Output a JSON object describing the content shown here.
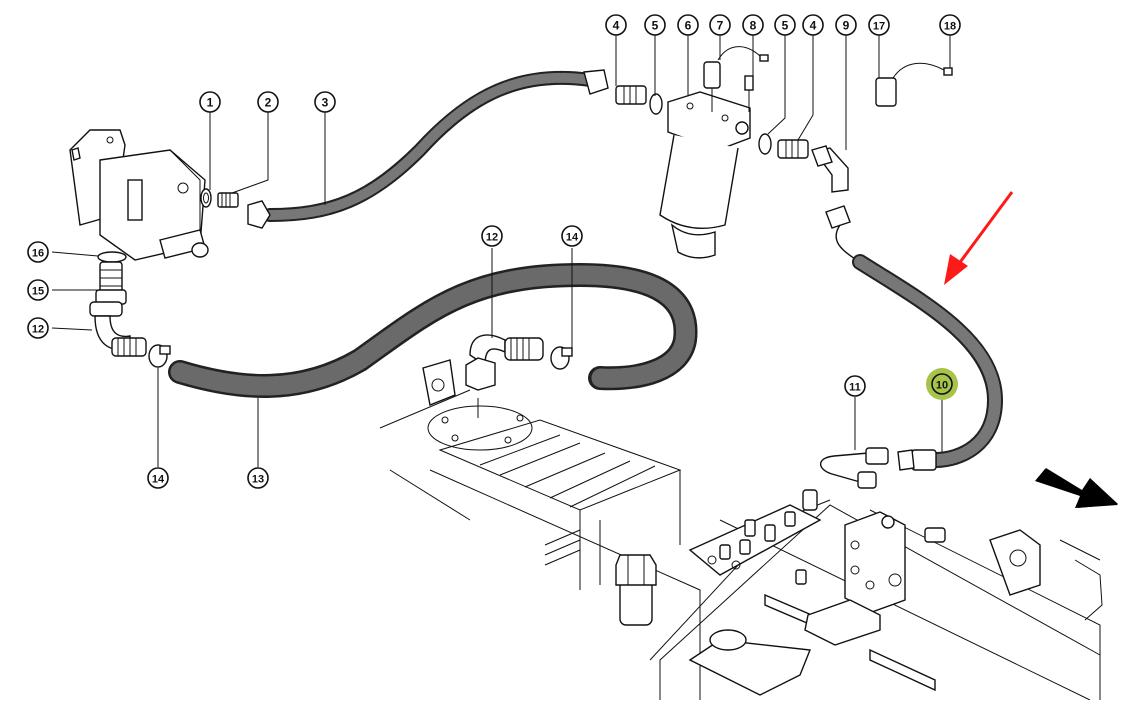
{
  "diagram": {
    "type": "exploded-parts-view",
    "subject": "hydraulic pump, filter and hose assembly on tank",
    "colors": {
      "line": "#111111",
      "hose": "#2a2a2a",
      "highlight": "#a6c44a",
      "pointer_arrow": "#ff1a1a",
      "direction_arrow": "#000000"
    },
    "callouts": [
      {
        "id": "c1",
        "label": "1"
      },
      {
        "id": "c2",
        "label": "2"
      },
      {
        "id": "c3",
        "label": "3"
      },
      {
        "id": "c4a",
        "label": "4"
      },
      {
        "id": "c5a",
        "label": "5"
      },
      {
        "id": "c6",
        "label": "6"
      },
      {
        "id": "c7",
        "label": "7"
      },
      {
        "id": "c8",
        "label": "8"
      },
      {
        "id": "c5b",
        "label": "5"
      },
      {
        "id": "c4b",
        "label": "4"
      },
      {
        "id": "c9",
        "label": "9"
      },
      {
        "id": "c17",
        "label": "17"
      },
      {
        "id": "c18",
        "label": "18"
      },
      {
        "id": "c16",
        "label": "16"
      },
      {
        "id": "c15",
        "label": "15"
      },
      {
        "id": "c12a",
        "label": "12"
      },
      {
        "id": "c12b",
        "label": "12"
      },
      {
        "id": "c14a",
        "label": "14"
      },
      {
        "id": "c14b",
        "label": "14"
      },
      {
        "id": "c13",
        "label": "13"
      },
      {
        "id": "c11",
        "label": "11"
      },
      {
        "id": "c10",
        "label": "10",
        "highlighted": true
      }
    ],
    "highlighted_part": "10",
    "pointer_arrow_target": "10",
    "direction_arrow": "flow-direction"
  }
}
